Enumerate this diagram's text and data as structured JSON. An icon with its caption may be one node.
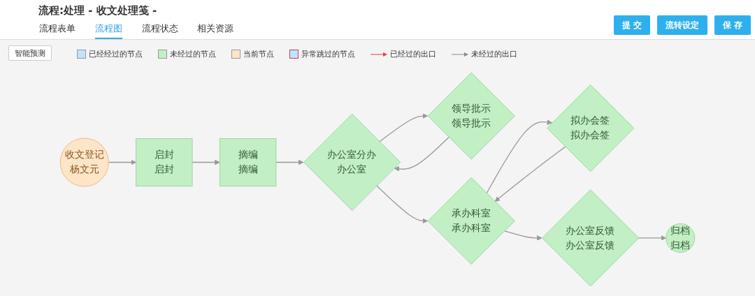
{
  "diagram": {
    "title": "流程:处理 - 收文处理笺 -",
    "nodes": [
      {
        "text": [
          "收文登记",
          "杨文元"
        ]
      },
      {
        "text": [
          "启封",
          "启封"
        ]
      },
      {
        "text": [
          "摘编",
          "摘编"
        ]
      },
      {
        "text": [
          "办公室分办",
          "办公室"
        ]
      },
      {
        "text": [
          "领导批示",
          "领导批示"
        ]
      },
      {
        "text": [
          "承办科室",
          "承办科室"
        ]
      },
      {
        "text": [
          "拟办会签",
          "拟办会签"
        ]
      },
      {
        "text": [
          "办公室反馈",
          "办公室反馈"
        ]
      },
      {
        "text": [
          "归档",
          "归档"
        ]
      }
    ],
    "edges": [
      {
        "from": 0,
        "to": 1,
        "arrow": "to"
      },
      {
        "from": 1,
        "to": 2,
        "arrow": "to"
      },
      {
        "from": 2,
        "to": 3,
        "arrow": "to"
      },
      {
        "from": 3,
        "to": 4,
        "arrow": "to"
      },
      {
        "from": 4,
        "to": 3,
        "arrow": "to"
      },
      {
        "from": 3,
        "to": 5,
        "arrow": "to"
      },
      {
        "from": 5,
        "to": 6,
        "arrow": "to"
      },
      {
        "from": 6,
        "to": 5,
        "arrow": "to"
      },
      {
        "from": 5,
        "to": 7,
        "arrow": "to"
      },
      {
        "from": 7,
        "to": 8,
        "arrow": "to"
      }
    ],
    "labels": [
      "流程表单",
      "流程图",
      "流程状态",
      "相关资源",
      "提 交",
      "流转设定",
      "保 存",
      "智能预测"
    ],
    "legend": [
      {
        "text": "已经经过的节点",
        "color": "#bfe4fb"
      },
      {
        "text": "未经过的节点",
        "color": "#c2f0c4"
      },
      {
        "text": "当前节点",
        "color": "#fde5c8"
      },
      {
        "text": "异常跳过的节点",
        "color": "#bfe4fb"
      },
      {
        "text": "已经过的出口"
      },
      {
        "text": "未经过的出口"
      }
    ]
  }
}
